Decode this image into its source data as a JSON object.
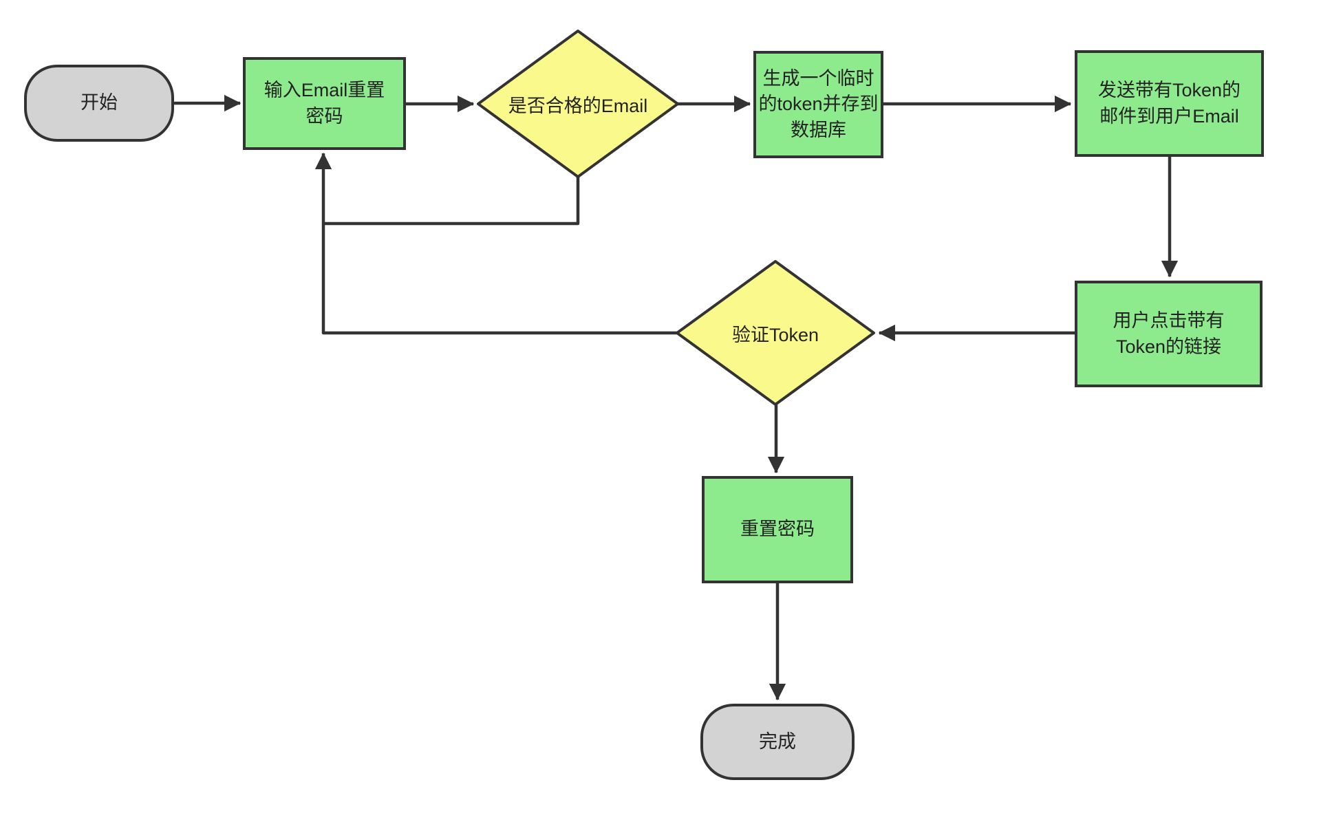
{
  "diagram": {
    "type": "flowchart",
    "background": "#ffffff",
    "palette": {
      "process_fill": "#8dea8d",
      "decision_fill": "#fafa8c",
      "terminal_fill": "#d3d3d3",
      "stroke": "#333333",
      "text": "#222222"
    },
    "nodes": {
      "start": {
        "type": "terminal",
        "label": "开始"
      },
      "input_email": {
        "type": "process",
        "label": [
          "输入Email重置",
          "密码"
        ]
      },
      "check_email": {
        "type": "decision",
        "label": "是否合格的Email"
      },
      "gen_token": {
        "type": "process",
        "label": [
          "生成一个临时",
          "的token并存到",
          "数据库"
        ]
      },
      "send_email": {
        "type": "process",
        "label": [
          "发送带有Token的",
          "邮件到用户Email"
        ]
      },
      "click_link": {
        "type": "process",
        "label": [
          "用户点击带有",
          "Token的链接"
        ]
      },
      "verify_token": {
        "type": "decision",
        "label": "验证Token"
      },
      "reset_password": {
        "type": "process",
        "label": "重置密码"
      },
      "done": {
        "type": "terminal",
        "label": "完成"
      }
    },
    "edges": [
      {
        "from": "start",
        "to": "input_email"
      },
      {
        "from": "input_email",
        "to": "check_email"
      },
      {
        "from": "check_email",
        "to": "gen_token"
      },
      {
        "from": "gen_token",
        "to": "send_email"
      },
      {
        "from": "send_email",
        "to": "click_link"
      },
      {
        "from": "click_link",
        "to": "verify_token"
      },
      {
        "from": "verify_token",
        "to": "reset_password"
      },
      {
        "from": "reset_password",
        "to": "done"
      },
      {
        "from": "check_email",
        "to": "input_email"
      },
      {
        "from": "verify_token",
        "to": "input_email"
      }
    ]
  }
}
